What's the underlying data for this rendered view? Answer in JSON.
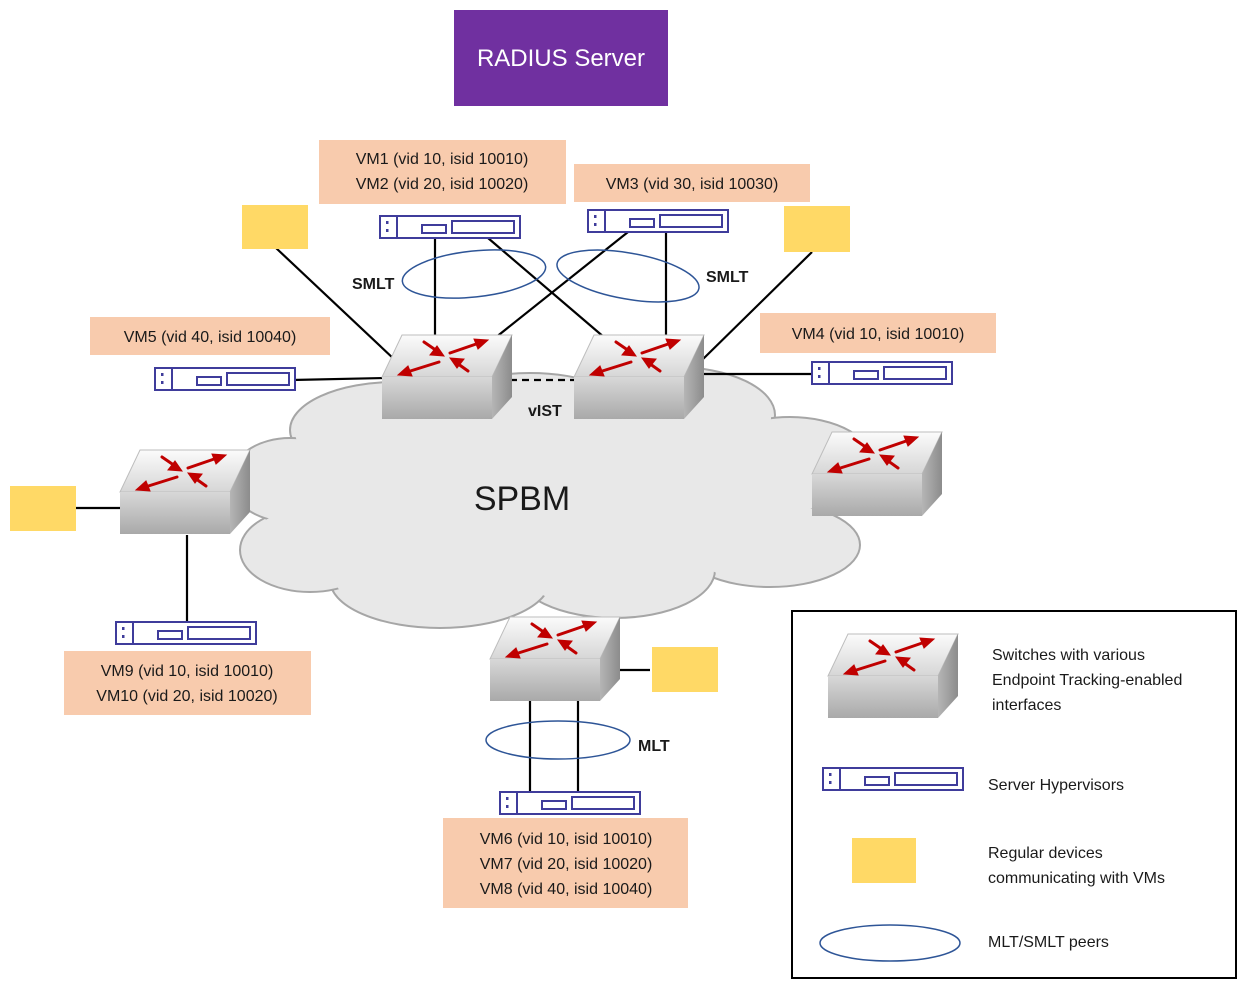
{
  "radius": {
    "label": "RADIUS Server",
    "color": "#7030a0"
  },
  "cloud": {
    "label": "SPBM"
  },
  "links": {
    "smlt_left": "SMLT",
    "smlt_right": "SMLT",
    "vist": "vIST",
    "mlt": "MLT"
  },
  "vm_boxes": {
    "top_left": [
      "VM1 (vid 10, isid 10010)",
      "VM2 (vid 20, isid 10020)"
    ],
    "top_right": [
      "VM3 (vid 30, isid 10030)"
    ],
    "left": [
      "VM5 (vid 40, isid 10040)"
    ],
    "right": [
      "VM4 (vid 10, isid 10010)"
    ],
    "bottom_left": [
      "VM9 (vid 10, isid 10010)",
      "VM10 (vid 20, isid 10020)"
    ],
    "bottom": [
      "VM6 (vid 10, isid 10010)",
      "VM7 (vid 20, isid 10020)",
      "VM8 (vid 40, isid 10040)"
    ]
  },
  "legend": {
    "switch_label": [
      "Switches with various",
      "Endpoint Tracking-enabled",
      "interfaces"
    ],
    "server_label": "Server Hypervisors",
    "device_label": [
      "Regular devices",
      "communicating with VMs"
    ],
    "peer_label": "MLT/SMLT peers"
  },
  "colors": {
    "vm_box": "#f8cbad",
    "device": "#ffd966",
    "server": "#3f3c9b",
    "arrow": "#c00000",
    "ellipse": "#2e5597"
  }
}
